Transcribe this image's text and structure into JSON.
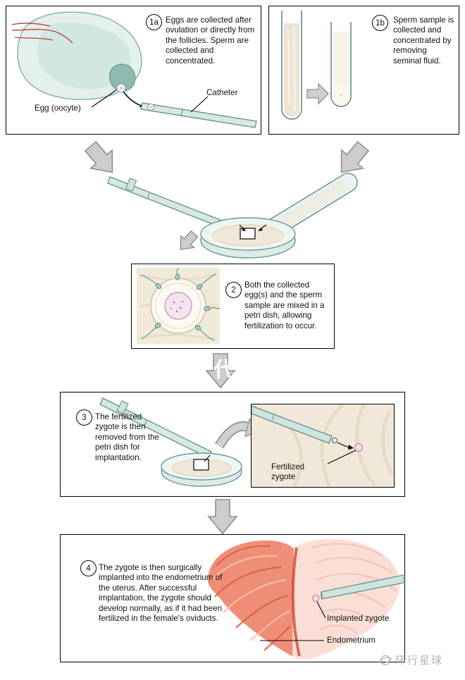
{
  "panels": {
    "p1a": {
      "badge": "1a",
      "text": "Eggs are collected after ovulation or directly from the follicles. Sperm are collected and concentrated.",
      "egg_label": "Egg (oocyte)",
      "catheter_label": "Catheter"
    },
    "p1b": {
      "badge": "1b",
      "text": "Sperm sample is collected and concentrated by removing seminal fluid."
    },
    "p2": {
      "badge": "2",
      "text": "Both the collected egg(s) and the sperm sample are mixed in a petri dish, allowing fertilization to occur."
    },
    "p3": {
      "badge": "3",
      "text": "The fertilized zygote is then removed from the petri dish for implantation.",
      "zygote_label": "Fertilized zygote"
    },
    "p4": {
      "badge": "4",
      "text": "The zygote is then surgically implanted into the endometrium of the uterus. After successful implantation, the zygote should develop normally, as if it had been fertilized in the female's oviducts.",
      "implanted_label": "Implanted zygote",
      "endometrium_label": "Endometrium"
    }
  },
  "doc": {
    "watermark_text": "环行星球",
    "watermark_overlay_char": "代"
  },
  "colors": {
    "tissue_teal": "#d6e8e4",
    "outline_teal": "#5f8f88",
    "arrow_gray": "#cdcdcd",
    "dish_beige": "#efe7d7",
    "uterus_red": "#ee8e77",
    "uterus_pale": "#fbdfd6"
  }
}
